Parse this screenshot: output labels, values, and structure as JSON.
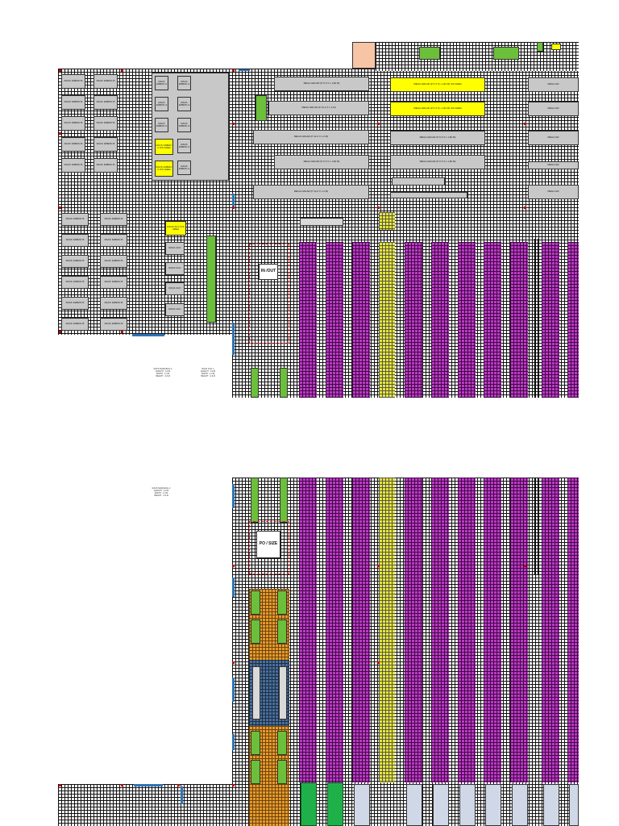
{
  "top": {
    "rack_fabric_b": "RACK FABRIC B",
    "rack_fabric_a": "RACK FABRIC A",
    "rack_fabric_a_ics": "RACK FABRIC A ICS AREA",
    "mega_gr_1": "MEGA GRLAR (P 9 X 6 L 1,82 M)",
    "mega_gr_2": "MEGA GRLAR (P 12.2 X L 2 M)",
    "mega_gr_3": "MEGA GRLAR (P 12.2 X L 2 M)",
    "mega_gr_4": "MEGA GRLAR (P 9 X 6 L 1,82 M)",
    "mega_gr_5": "MEGA GRLAR (P 12.2 X L 2 M)",
    "mega_gr_y1": "MEGA GRLAR (P 9 X 6 L 1,82 M) ICS AREA",
    "mega_gr_y2": "MEGA GRLAR (P 9 X 6 L 1,82 M) ICS AREA",
    "mega_gr_r1": "MEGA GRLAR (P 9 X 6 L 1,82 M)",
    "mega_gr_r2": "MEGA GRLAR (P 9 X 6 L 1,82 M)",
    "mega_gr_cut": "MEGA GR",
    "in_out": "IN /OUT",
    "rack_acc": "RACK ACC",
    "rack_acc_ics": "RACK ACC ICS AREA",
    "note1": "RACK MARGINAL 2\nLENGHT : 4.9 M\nWIDTH : 2.4 M\nHEIGHT : 4.6 M",
    "note2": "RACK TALL 1\nLENGHT : 4.9 M\nWIDTH : 2.4 M\nHEIGHT : 4.6 M"
  },
  "bottom": {
    "po_size": "PO / SIZE",
    "note3": "RACK MARGINAL 2\nLENGHT : 4.9 M\nWIDTH : 2.4 M\nHEIGHT : 4.6 M"
  },
  "colors": {
    "magenta": "#c038c8",
    "yellow": "#ffff00",
    "green": "#6cbf3a",
    "grey": "#c8c8c8",
    "orange": "#e89a2a",
    "blue": "#4a6e9a"
  }
}
